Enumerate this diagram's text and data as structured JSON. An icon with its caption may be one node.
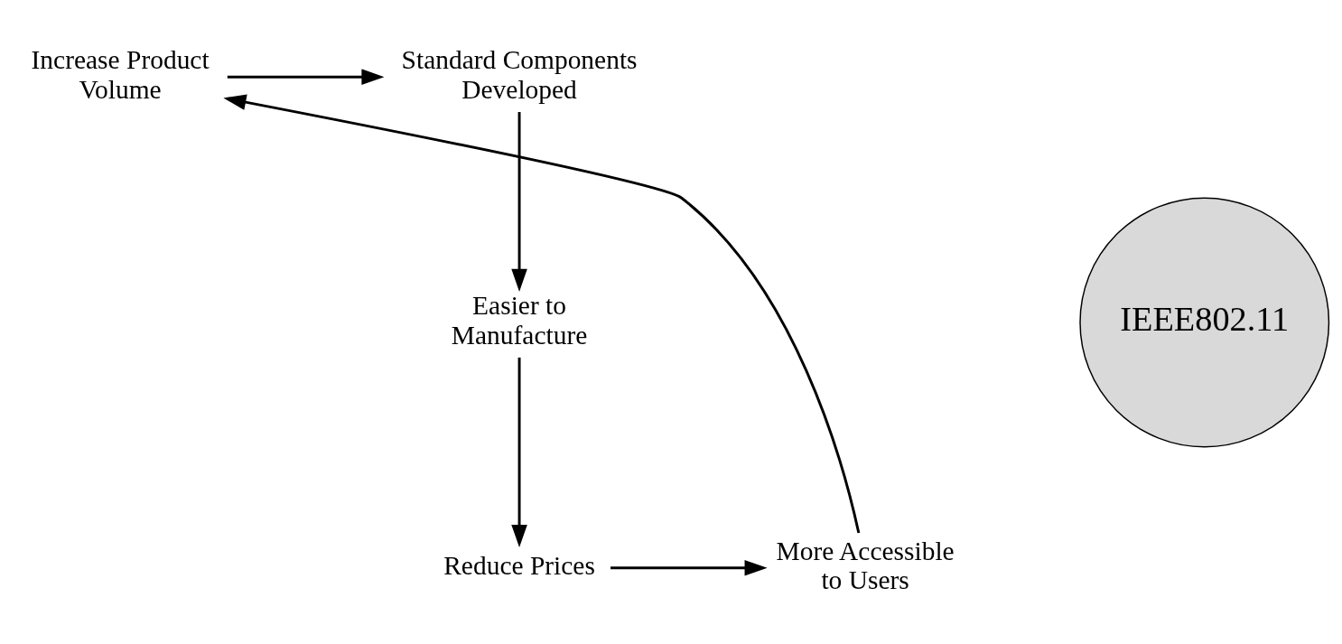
{
  "diagram": {
    "nodes": [
      {
        "text": [
          "Standard Components Developed"
        ]
      },
      {
        "text": [
          "Easier to Manufacture"
        ]
      },
      {
        "text": [
          "Reduce Prices"
        ]
      },
      {
        "text": [
          "More Accessible to Users"
        ]
      },
      {
        "text": [
          "Increase Product Volume"
        ]
      },
      {
        "text": [
          "IEEE802.11"
        ]
      }
    ],
    "edges": [
      {
        "from": 0,
        "to": 1,
        "arrow": "to"
      },
      {
        "from": 1,
        "to": 2,
        "arrow": "to"
      },
      {
        "from": 2,
        "to": 3,
        "arrow": "to"
      },
      {
        "from": 3,
        "to": 4,
        "arrow": "to"
      },
      {
        "from": 4,
        "to": 0,
        "arrow": "to"
      }
    ]
  }
}
